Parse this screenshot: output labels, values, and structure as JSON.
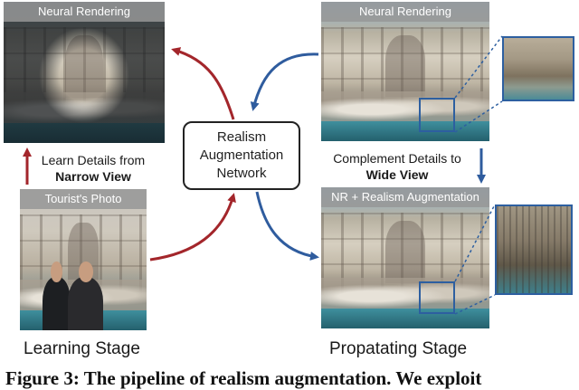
{
  "panels": {
    "neural_left": {
      "label": "Neural Rendering"
    },
    "tourist": {
      "label": "Tourist's Photo"
    },
    "neural_right": {
      "label": "Neural Rendering"
    },
    "nr_augmented": {
      "label": "NR + Realism Augmentation"
    }
  },
  "center_box": {
    "lines": [
      "Realism",
      "Augmentation",
      "Network"
    ]
  },
  "captions": {
    "learn": {
      "line1": "Learn Details from",
      "line2": "Narrow View"
    },
    "complement": {
      "line1": "Complement Details to",
      "line2": "Wide View"
    }
  },
  "stages": {
    "learning": "Learning Stage",
    "propagating": "Propatating Stage"
  },
  "figure_caption": "Figure 3: The pipeline of realism augmentation. We exploit",
  "colors": {
    "red_arrow": "#a3262b",
    "blue_arrow": "#2f5c9e",
    "zoom_border": "#2d5fa0"
  }
}
